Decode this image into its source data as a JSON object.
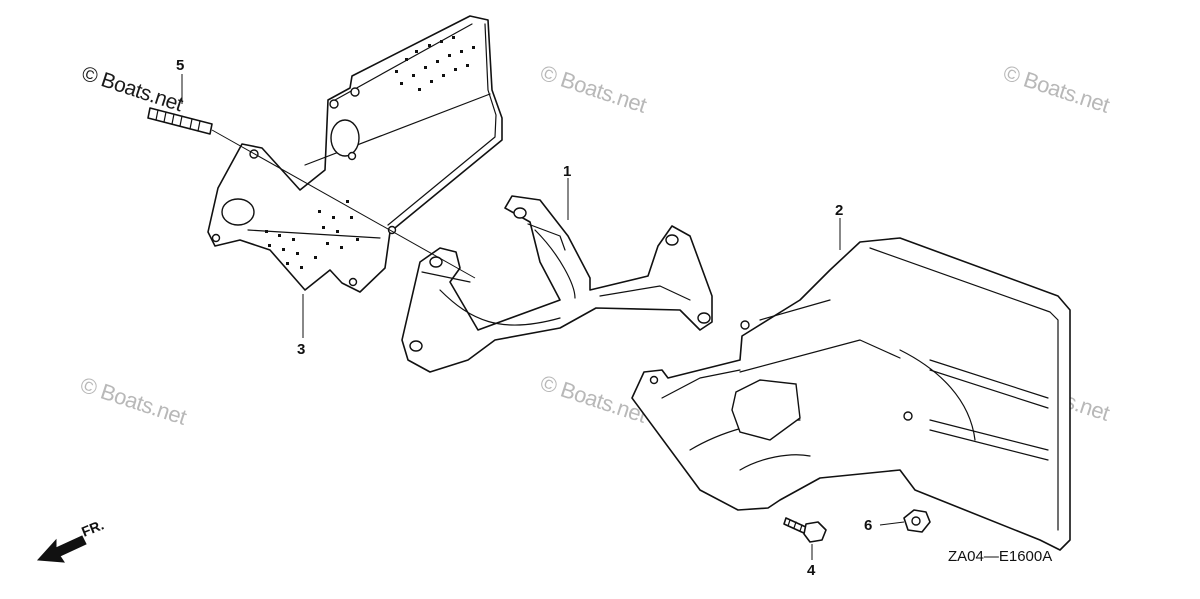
{
  "watermark": {
    "primary": "© Boats.net",
    "faded": "© Boats.net"
  },
  "callouts": {
    "exhaust_manifold": "1",
    "muffler_protector": "2",
    "manifold_protector": "3",
    "flange_bolt": "4",
    "stud_bolt": "5",
    "flange_nut": "6"
  },
  "diagram_code": "ZA04—E1600A",
  "direction": {
    "label": "FR."
  },
  "icons": {
    "direction_arrow": "front-direction-arrow-icon"
  }
}
